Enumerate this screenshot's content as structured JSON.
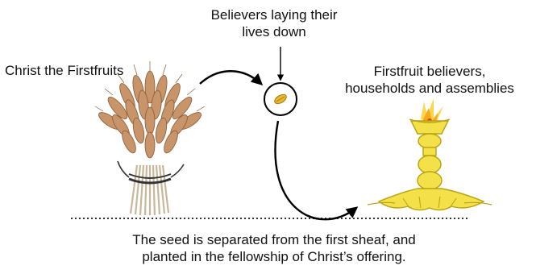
{
  "labels": {
    "believers_laying_down_line1": "Believers laying their",
    "believers_laying_down_line2": "lives down",
    "christ_firstfruits": "Christ the Firstfruits",
    "firstfruit_believers_line1": "Firstfruit believers,",
    "firstfruit_believers_line2": "households and assemblies",
    "caption_line1": "The seed is separated from the first sheaf, and",
    "caption_line2": "planted in the fellowship of Christ’s offering."
  },
  "colors": {
    "wheat_head": "#c8956a",
    "wheat_dark": "#8a5a35",
    "stalk": "#c9b79a",
    "seed": "#e9b92c",
    "lamp": "#f4e14a",
    "lamp_outline": "#b8a210",
    "flame": "#f7a81b",
    "arrow": "#000000",
    "ground": "#333333"
  }
}
